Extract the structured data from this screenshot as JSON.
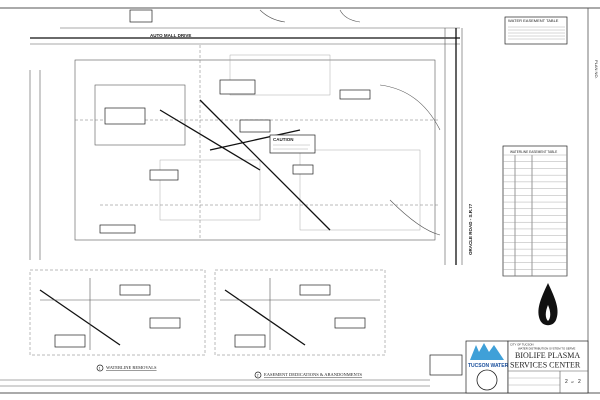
{
  "sheet": {
    "plan_no_label": "PLAN NO.",
    "sheet_number": "2",
    "sheet_of": "of",
    "sheet_total": "2"
  },
  "streets": {
    "top": "AUTO MALL DRIVE",
    "right": "ORACLE ROAD - S.R.77"
  },
  "notes": {
    "caution": "CAUTION"
  },
  "tables": {
    "water_easement": {
      "title": "WATER EASEMENT TABLE",
      "rows": 6
    },
    "line_table": {
      "title": "WATERLINE EASEMENT TABLE",
      "rows": 18
    }
  },
  "details": [
    {
      "number": "1",
      "title": "WATERLINE REMOVALS"
    },
    {
      "number": "2",
      "title": "EASEMENT DEDICATIONS & ABANDONMENTS"
    }
  ],
  "title_block": {
    "logo": "TUCSON WATER",
    "agency": "CITY OF TUCSON",
    "subtitle": "WATER DISTRIBUTION SYSTEM TO SERVE",
    "project_line1": "BIOLIFE PLASMA",
    "project_line2": "SERVICES CENTER"
  },
  "colors": {
    "logo_blue": "#1a4f9c",
    "logo_light": "#3fa0d8",
    "ink": "#222222"
  }
}
